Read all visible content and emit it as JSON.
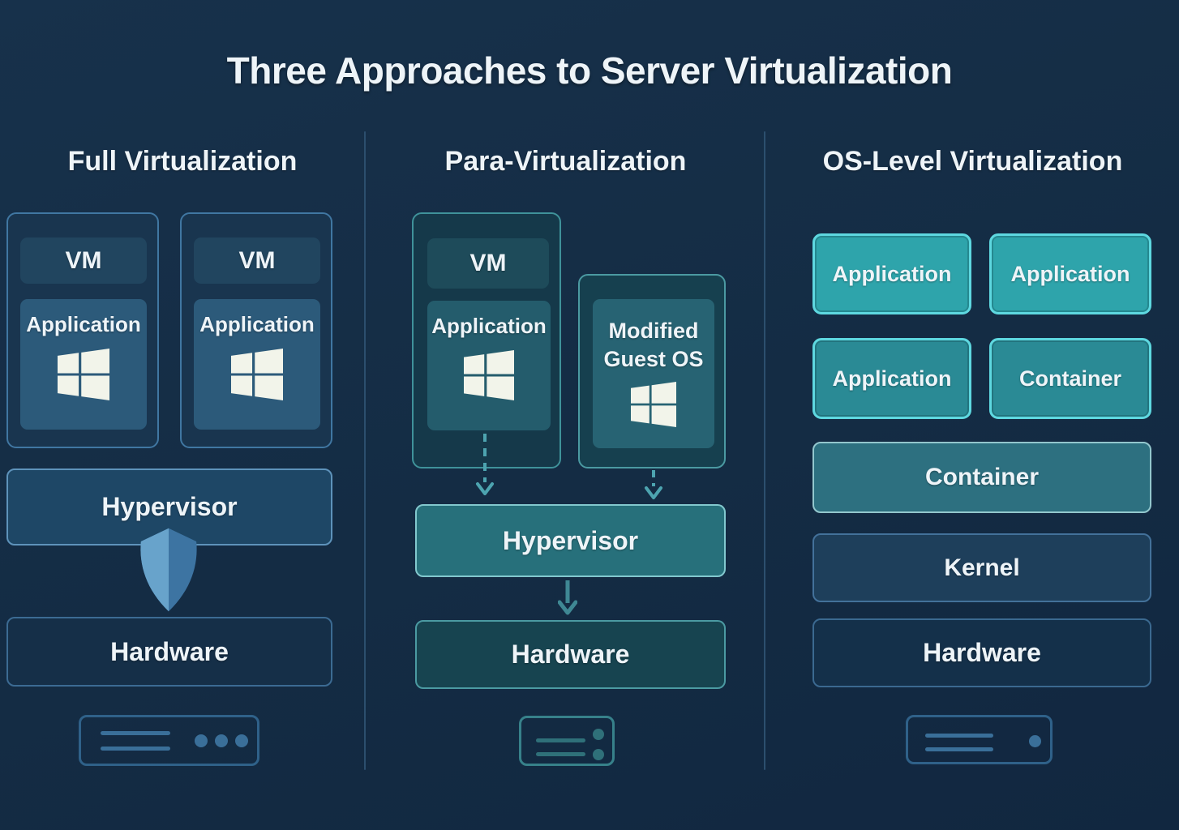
{
  "title": "Three Approaches to Server Virtualization",
  "columns": {
    "full": {
      "heading": "Full Virtualization",
      "vms": [
        {
          "vm": "VM",
          "app": "Application"
        },
        {
          "vm": "VM",
          "app": "Application"
        }
      ],
      "hypervisor": "Hypervisor",
      "hardware": "Hardware"
    },
    "para": {
      "heading": "Para-Virtualization",
      "vm": {
        "vm": "VM",
        "app": "Application"
      },
      "modified_guest_os": "Modified Guest OS",
      "hypervisor": "Hypervisor",
      "hardware": "Hardware"
    },
    "os_level": {
      "heading": "OS-Level Virtualization",
      "apps": [
        "Application",
        "Application",
        "Application"
      ],
      "container_small": "Container",
      "container_large": "Container",
      "kernel": "Kernel",
      "hardware": "Hardware"
    }
  },
  "icons": {
    "windows": "windows-logo",
    "shield": "security-shield",
    "server": "server-hardware",
    "dashed_arrow": "dashed-down-arrow",
    "solid_arrow": "solid-down-arrow"
  },
  "colors": {
    "background": "#142c44",
    "blue_border": "#4077a2",
    "blue_fill": "#2c5a7a",
    "teal_border": "#4b9aa2",
    "teal_fill": "#27707b",
    "bright_teal_border": "#5ed8e0",
    "bright_teal_fill": "#2ea4ab",
    "shield_light": "#68a3cb",
    "shield_dark": "#3d74a2",
    "text": "#eef4f8"
  }
}
